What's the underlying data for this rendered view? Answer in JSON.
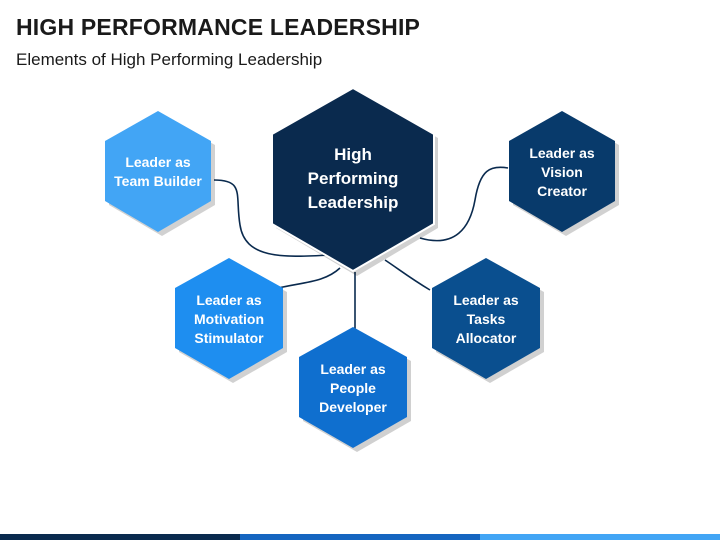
{
  "header": {
    "title": "HIGH PERFORMANCE LEADERSHIP",
    "subtitle": "Elements of High Performing Leadership"
  },
  "diagram": {
    "center": {
      "label": "High Performing Leadership",
      "color": "#0a2a4e"
    },
    "nodes": [
      {
        "id": "team-builder",
        "label": "Leader as Team Builder",
        "color": "#42a5f5"
      },
      {
        "id": "vision-creator",
        "label": "Leader as Vision Creator",
        "color": "#083a6b"
      },
      {
        "id": "motivation-stimulator",
        "label": "Leader as Motivation Stimulator",
        "color": "#1e8ef0"
      },
      {
        "id": "tasks-allocator",
        "label": "Leader as Tasks Allocator",
        "color": "#0a4f8f"
      },
      {
        "id": "people-developer",
        "label": "Leader as People Developer",
        "color": "#0f6fcf"
      }
    ]
  },
  "footer": {
    "colors": [
      "#0a2a4e",
      "#1565c0",
      "#42a5f5"
    ]
  }
}
